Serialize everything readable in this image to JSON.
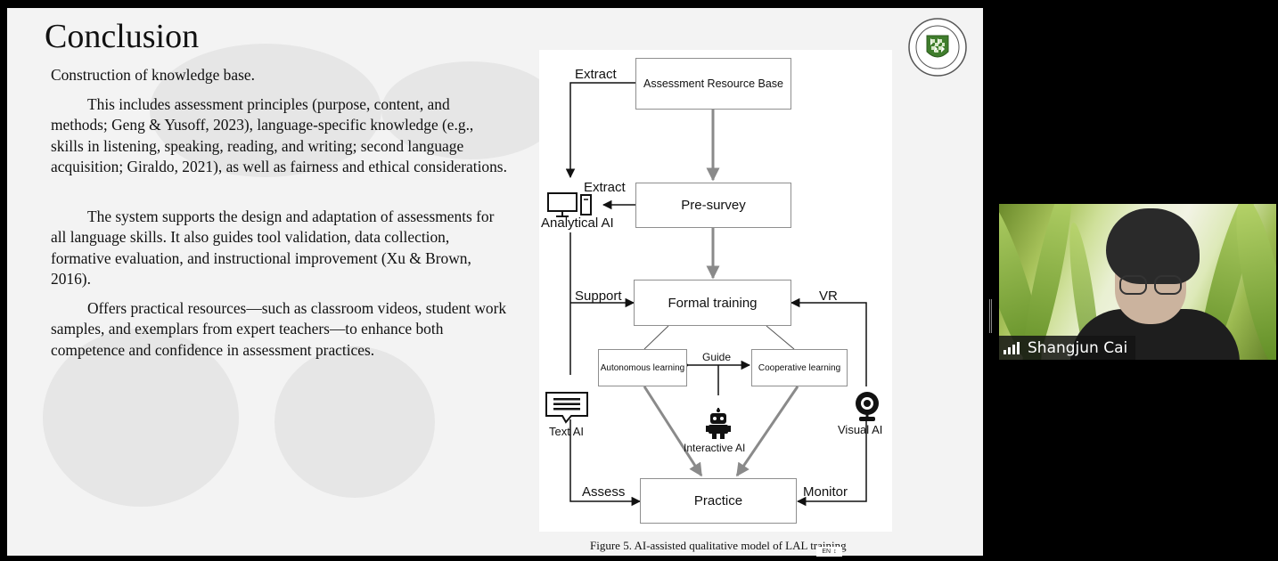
{
  "slide": {
    "title": "Conclusion",
    "subtitle": "Construction of knowledge base.",
    "paragraphs": [
      "This includes assessment principles (purpose, content, and methods; Geng & Yusoff, 2023), language-specific knowledge (e.g., skills in listening, speaking, reading, and writing; second language acquisition; Giraldo, 2021), as well as fairness and ethical considerations.",
      "The system supports the design and adaptation of assessments for all language skills. It also guides tool validation, data collection, formative evaluation, and instructional improvement (Xu & Brown, 2016).",
      "Offers practical resources—such as classroom videos, student work samples, and exemplars from expert teachers—to enhance both competence and confidence in assessment practices."
    ],
    "figure": {
      "boxes": {
        "resource_base": "Assessment Resource Base",
        "pre_survey": "Pre-survey",
        "formal_training": "Formal training",
        "autonomous": "Autonomous learning",
        "cooperative": "Cooperative learning",
        "practice": "Practice"
      },
      "labels": {
        "extract_top": "Extract",
        "extract_mid": "Extract",
        "analytical_ai": "Analytical AI",
        "support": "Support",
        "vr": "VR",
        "guide": "Guide",
        "text_ai": "Text AI",
        "interactive_ai": "Interactive AI",
        "visual_ai": "Visual AI",
        "assess": "Assess",
        "monitor": "Monitor"
      },
      "icons": [
        "computer-icon",
        "chat-bubble-icon",
        "robot-icon",
        "webcam-icon"
      ],
      "caption": "Figure 5. AI-assisted qualitative model of LAL training"
    },
    "language_indicator": "EN"
  },
  "video": {
    "participant_name": "Shangjun Cai",
    "icons": [
      "signal-strength-icon"
    ]
  },
  "colors": {
    "background": "#000000",
    "slide_bg": "#f3f3f3",
    "arrow": "#8a8a8a",
    "name_tag_bg": "#141414"
  }
}
